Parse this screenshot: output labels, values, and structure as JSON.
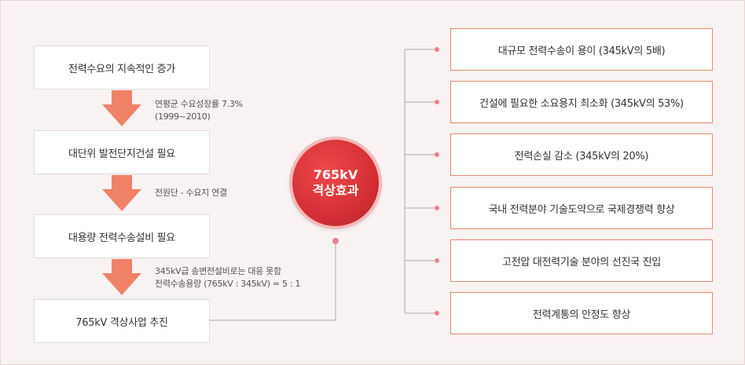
{
  "left_steps": [
    "전력수요의 지속적인 증가",
    "대단위 발전단지건설 필요",
    "대용량 전력수송설비 필요",
    "765kV 격상사업 추진"
  ],
  "notes": [
    [
      "연평균 수요성장률 7.3%",
      "(1999~2010)"
    ],
    [
      "전원단 - 수요지 연결"
    ],
    [
      "345kV급 송변전설비로는 대응 못함",
      "전력수송용량 (765kV : 345kV) = 5 : 1"
    ]
  ],
  "center": {
    "line1": "765kV",
    "line2": "격상효과"
  },
  "effects": [
    "대규모 전력수송이 용이 (345kV의 5배)",
    "건설에 필요한 소요용지 최소화 (345kV의 53%)",
    "전력손실 감소 (345kV의 20%)",
    "국내 전력분야 기술도약으로 국제경쟁력 향상",
    "고전압 대전력기술 분야의 선진국 진입",
    "전력계통의 안정도 향상"
  ],
  "colors": {
    "arrow": "#f08268",
    "circle": "#d42f35",
    "effect_border": "#e58a70",
    "connector": "#aaaaaa",
    "dot": "#e8838a"
  }
}
